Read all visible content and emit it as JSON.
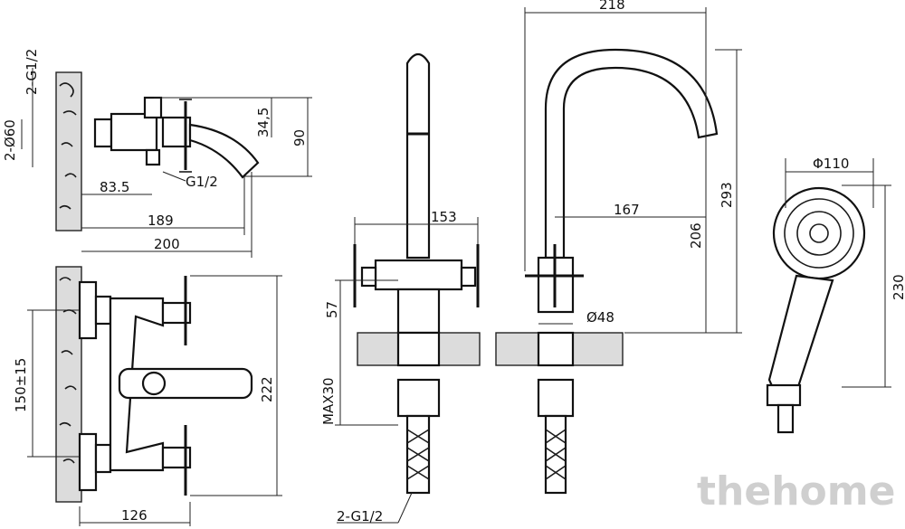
{
  "watermark": "thehome",
  "colors": {
    "line": "#111111",
    "wall": "#dcdcdc",
    "watermark": "#cfcfcf"
  },
  "wall_mixer_side": {
    "dims": {
      "thread": "2-G1/2",
      "diameter": "2-Ø60",
      "height_34_5": "34,5",
      "height_90": "90",
      "depth_83_5": "83.5",
      "depth_189": "189",
      "depth_200": "200",
      "inlet": "G1/2"
    }
  },
  "wall_mixer_front": {
    "dims": {
      "spacing": "150±15",
      "height": "222",
      "width": "126"
    }
  },
  "deck_mixer_front": {
    "dims": {
      "span": "153",
      "height": "57",
      "deck_thickness": "MAX30",
      "hose_thread": "2-G1/2"
    }
  },
  "deck_mixer_side": {
    "dims": {
      "top": "218",
      "reach": "167",
      "height_total": "293",
      "height_spout": "206",
      "base_diameter": "Ø48"
    }
  },
  "hand_shower": {
    "dims": {
      "diameter": "Φ110",
      "length": "230"
    }
  }
}
